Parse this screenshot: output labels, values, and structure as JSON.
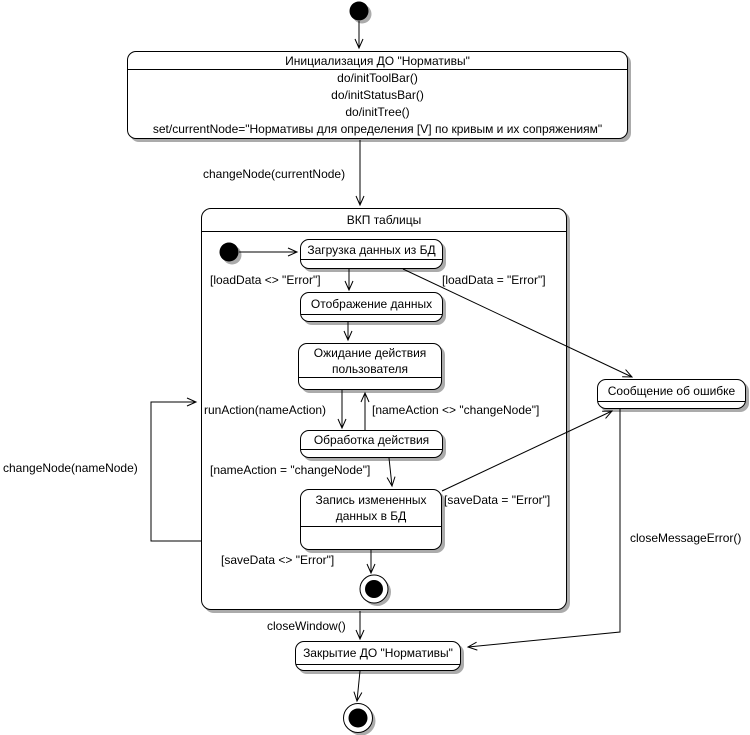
{
  "init_box": {
    "title": "Инициализация ДО \"Нормативы\"",
    "actions": [
      "do/initToolBar()",
      "do/initStatusBar()",
      "do/initTree()",
      "set/currentNode=\"Нормативы для определения [V] по кривым и их сопряжениям\""
    ]
  },
  "composite": {
    "title": "ВКП таблицы"
  },
  "states": {
    "load": "Загрузка данных из БД",
    "display": "Отображение данных",
    "wait": "Ожидание действия\nпользователя",
    "process": "Обработка действия",
    "save": "Запись измененных\nданных в БД",
    "error_message": "Сообщение об ошибке",
    "close": "Закрытие ДО \"Нормативы\""
  },
  "transitions": {
    "change_node_current": "changeNode(currentNode)",
    "load_ok": "[loadData <> \"Error\"]",
    "load_err": "[loadData = \"Error\"]",
    "run_action": "runAction(nameAction)",
    "name_action_neq": "[nameAction <> \"changeNode\"]",
    "name_action_eq": "[nameAction = \"changeNode\"]",
    "save_err": "[saveData = \"Error\"]",
    "save_ok": "[saveData <> \"Error\"]",
    "change_node_name": "changeNode(nameNode)",
    "close_window": "closeWindow()",
    "close_message_error": "closeMessageError()"
  },
  "colors": {
    "line": "#000000",
    "shadow": "#ababab",
    "fill": "#ffffff"
  }
}
